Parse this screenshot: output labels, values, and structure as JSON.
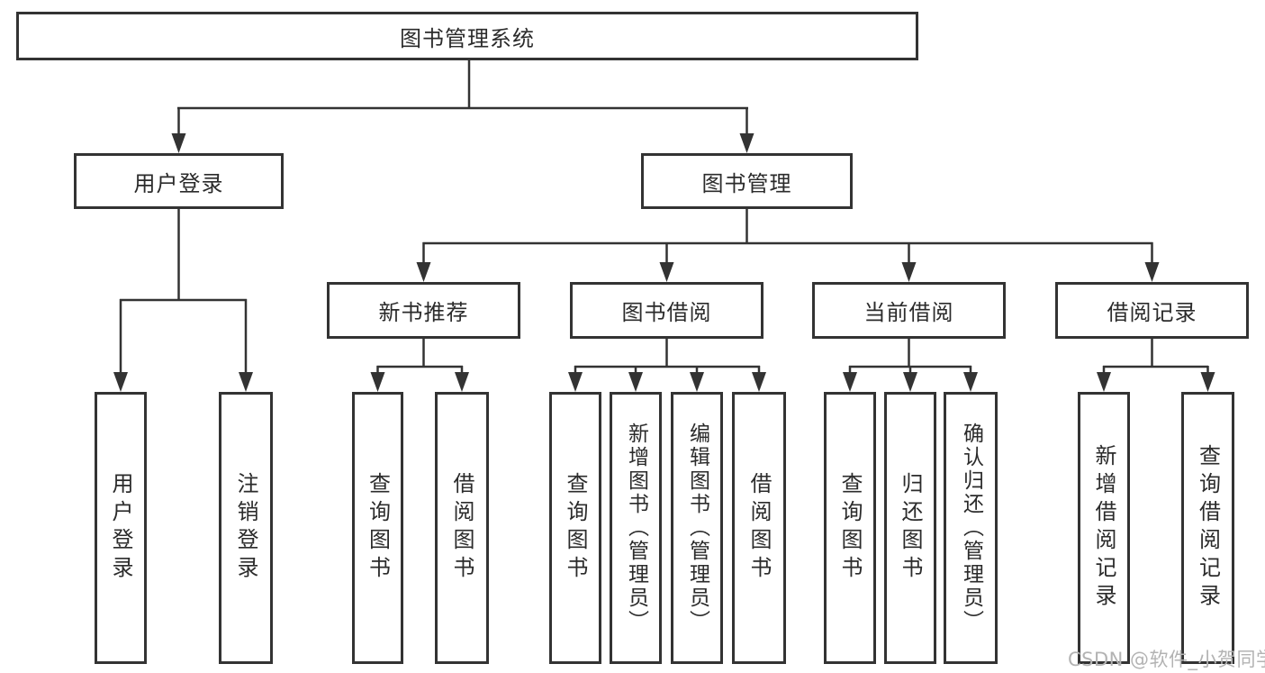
{
  "colors": {
    "background": "#ffffff",
    "line": "#333333",
    "box_border": "#333333",
    "text": "#2b2b2b",
    "watermark": "#b3b3b3"
  },
  "diagram": {
    "root": {
      "label": "图书管理系统"
    },
    "level2": [
      {
        "id": "user-login",
        "label": "用户登录"
      },
      {
        "id": "book-management",
        "label": "图书管理"
      }
    ],
    "level3": [
      {
        "id": "new-book-recommend",
        "label": "新书推荐"
      },
      {
        "id": "book-borrow",
        "label": "图书借阅"
      },
      {
        "id": "current-borrow",
        "label": "当前借阅"
      },
      {
        "id": "borrow-records",
        "label": "借阅记录"
      }
    ],
    "leaves": {
      "user_login_children": [
        "用户登录",
        "注销登录"
      ],
      "new_book_children": [
        "查询图书",
        "借阅图书"
      ],
      "book_borrow_children": [
        "查询图书",
        "新增图书（管理员）",
        "编辑图书（管理员）",
        "借阅图书"
      ],
      "current_borrow_children": [
        "查询图书",
        "归还图书",
        "确认归还（管理员）"
      ],
      "borrow_records_children": [
        "新增借阅记录",
        "查询借阅记录"
      ]
    }
  },
  "watermark": {
    "text": "CSDN @软件_小贺同学"
  }
}
